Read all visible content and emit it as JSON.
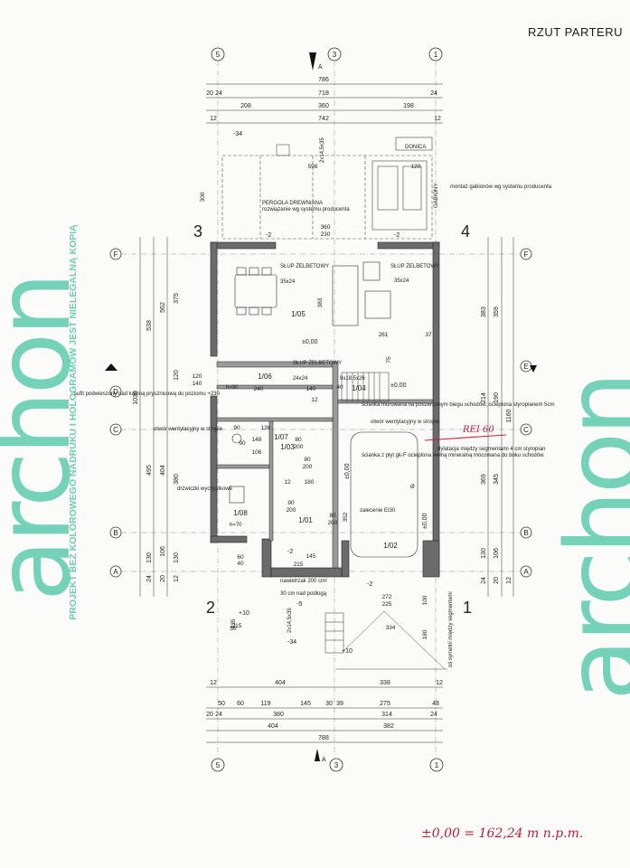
{
  "sheet_title": "RZUT PARTERU",
  "watermark": {
    "brand_left": "archon",
    "brand_right": "archon",
    "caption": "PROJEKT BEZ KOLOROWEGO NADRUKU I HOLOGRAMÓW JEST NIELEGALNĄ KOPIĄ"
  },
  "corner_numbers": [
    "3",
    "4",
    "2",
    "1"
  ],
  "axes": {
    "vertical": [
      "5",
      "3",
      "1"
    ],
    "horizontal": [
      "F",
      "E",
      "D",
      "C",
      "B",
      "A"
    ]
  },
  "section_mark": "A",
  "top_dims": [
    "786",
    "20",
    "24",
    "718",
    "24",
    "208",
    "360",
    "198",
    "742",
    "12",
    "12"
  ],
  "bottom_dims": [
    "12",
    "404",
    "338",
    "12",
    "50",
    "60",
    "119",
    "145",
    "30",
    "39",
    "275",
    "48",
    "20",
    "24",
    "380",
    "314",
    "24",
    "404",
    "382",
    "788"
  ],
  "left_dims": [
    "1030",
    "538",
    "562",
    "375",
    "120",
    "495",
    "404",
    "380",
    "130",
    "106",
    "130",
    "24",
    "20",
    "12"
  ],
  "right_dims": [
    "1160",
    "383",
    "359",
    "214",
    "190",
    "369",
    "345",
    "130",
    "106",
    "24",
    "20",
    "12"
  ],
  "rooms": [
    {
      "id": "1/05"
    },
    {
      "id": "1/06"
    },
    {
      "id": "1/04"
    },
    {
      "id": "1/03"
    },
    {
      "id": "1/07"
    },
    {
      "id": "1/08"
    },
    {
      "id": "1/01"
    },
    {
      "id": "1/02"
    }
  ],
  "level_marks": [
    "±0,00",
    "±0,00",
    "±0,00",
    "±0,00",
    "-34",
    "-34",
    "-5",
    "-2",
    "-2",
    "-2",
    "-2",
    "+10",
    "+10"
  ],
  "annotations": {
    "pergola": "PERGOLA DREWNIANA",
    "pergola_sub": "rozwiązanie wg systemu producenta",
    "donica": "DONICA",
    "gabion": "montaż gabionów wg systemu producenta",
    "gabiony": "GABIONY",
    "slup1": "SŁUP ŻELBETOWY",
    "slup1_size": "35x24",
    "slup2": "SŁUP ŻELBETOWY",
    "slup2_size": "35x24",
    "slup3": "SŁUP ŻELBETOWY",
    "slup3_size": "24x24",
    "sufit": "sufit podwieszony nad kabiną prysznicową do poziomu +230",
    "otwor1": "otwór wentylacyjny w stropie",
    "otwor2": "otwór wentylacyjny w stropie",
    "drzwiczki": "drzwiczki wyczystkowe",
    "scianka": "ścianka z płyt gk-F ocieplona wełną mineralną mocowana do boku schodów",
    "dylatacja": "dylatacja między segmentami 4 cm styropian",
    "scianka2": "ścianka murowana na poszerzonym biegu schodów, ocieplona styropianem 5cm",
    "wycieraczka": "nawietrzak 200 cm²",
    "nawietrzak": "30 cm nad podłogą",
    "stairs": "9x18,5x26",
    "sym": "oś symetrii między segmentami",
    "stair2": "2x14,5x35",
    "stair3": "2x14,5x35",
    "zalewanie": "zalecenie EI30",
    "h": "h=90",
    "h2": "h=70",
    "dia": "Ø",
    "ei": "REI 60"
  },
  "room_dims": [
    "120",
    "140",
    "240",
    "140",
    "12",
    "90",
    "138",
    "148",
    "90",
    "106",
    "80",
    "200",
    "80",
    "200",
    "90",
    "200",
    "80",
    "200",
    "180",
    "145",
    "215",
    "215",
    "12",
    "40",
    "60",
    "40",
    "261",
    "37",
    "383",
    "360",
    "230",
    "598",
    "300",
    "120",
    "75",
    "334",
    "272",
    "225",
    "135",
    "180",
    "100",
    "50",
    "352"
  ],
  "handwritten_note": "±0,00 = 162,24 m n.p.m."
}
